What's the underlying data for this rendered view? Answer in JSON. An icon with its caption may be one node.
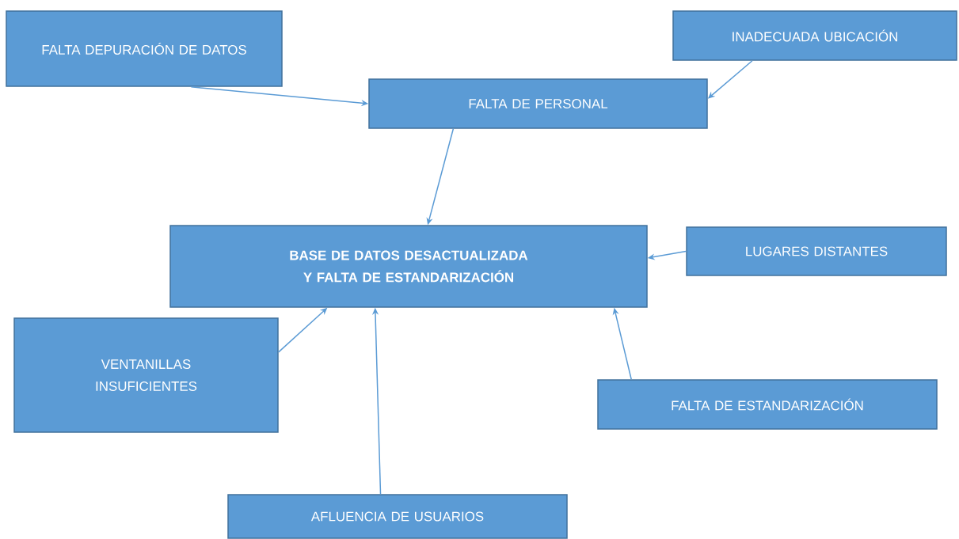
{
  "diagram": {
    "nodes": [
      {
        "text": [
          "FALTA DEPURACIÓN DE DATOS"
        ]
      },
      {
        "text": [
          "INADECUADA UBICACIÓN"
        ]
      },
      {
        "text": [
          "FALTA DE PERSONAL"
        ]
      },
      {
        "text": [
          "BASE DE DATOS DESACTUALIZADA Y FALTA DE ESTANDARIZACIÓN"
        ]
      },
      {
        "text": [
          "LUGARES DISTANTES"
        ]
      },
      {
        "text": [
          "VENTANILLAS INSUFICIENTES"
        ]
      },
      {
        "text": [
          "FALTA DE ESTANDARIZACIÓN"
        ]
      },
      {
        "text": [
          "AFLUENCIA DE USUARIOS"
        ]
      }
    ],
    "edges": [
      {
        "from": 0,
        "to": 2,
        "arrow": "to"
      },
      {
        "from": 1,
        "to": 2,
        "arrow": "to"
      },
      {
        "from": 2,
        "to": 3,
        "arrow": "to"
      },
      {
        "from": 4,
        "to": 3,
        "arrow": "to"
      },
      {
        "from": 5,
        "to": 3,
        "arrow": "to"
      },
      {
        "from": 7,
        "to": 3,
        "arrow": "to"
      },
      {
        "from": 6,
        "to": 3,
        "arrow": "to"
      }
    ]
  }
}
